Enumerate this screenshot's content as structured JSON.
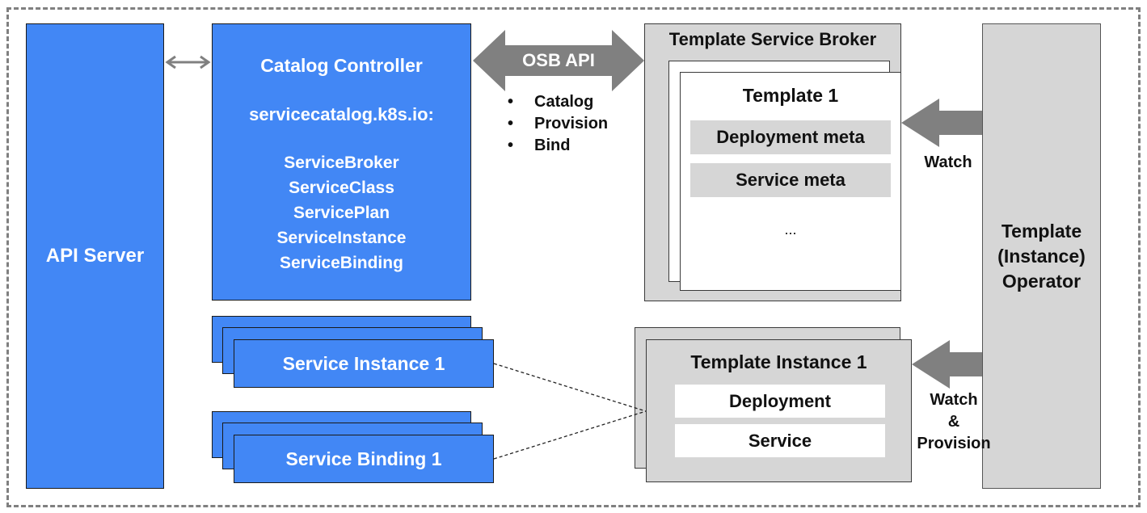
{
  "api_server": {
    "label": "API Server"
  },
  "catalog_controller": {
    "title": "Catalog Controller",
    "group": "servicecatalog.k8s.io:",
    "resources": [
      "ServiceBroker",
      "ServiceClass",
      "ServicePlan",
      "ServiceInstance",
      "ServiceBinding"
    ]
  },
  "service_instance": {
    "label": "Service Instance 1"
  },
  "service_binding": {
    "label": "Service Binding 1"
  },
  "osb_api": {
    "label": "OSB API",
    "operations": [
      "Catalog",
      "Provision",
      "Bind"
    ]
  },
  "template_service_broker": {
    "title": "Template Service Broker",
    "template": {
      "title": "Template 1",
      "items": [
        "Deployment meta",
        "Service meta"
      ],
      "ellipsis": "..."
    }
  },
  "template_instance": {
    "title": "Template Instance 1",
    "items": [
      "Deployment",
      "Service"
    ]
  },
  "operator": {
    "label_lines": [
      "Template",
      "(Instance)",
      "Operator"
    ]
  },
  "arrows": {
    "watch_label": "Watch",
    "watch_provision_lines": [
      "Watch",
      "&",
      "Provision"
    ]
  },
  "colors": {
    "blue_box": "#4287f5",
    "grey_box": "#d6d6d6",
    "arrow": "#808080",
    "frame": "#808080"
  }
}
